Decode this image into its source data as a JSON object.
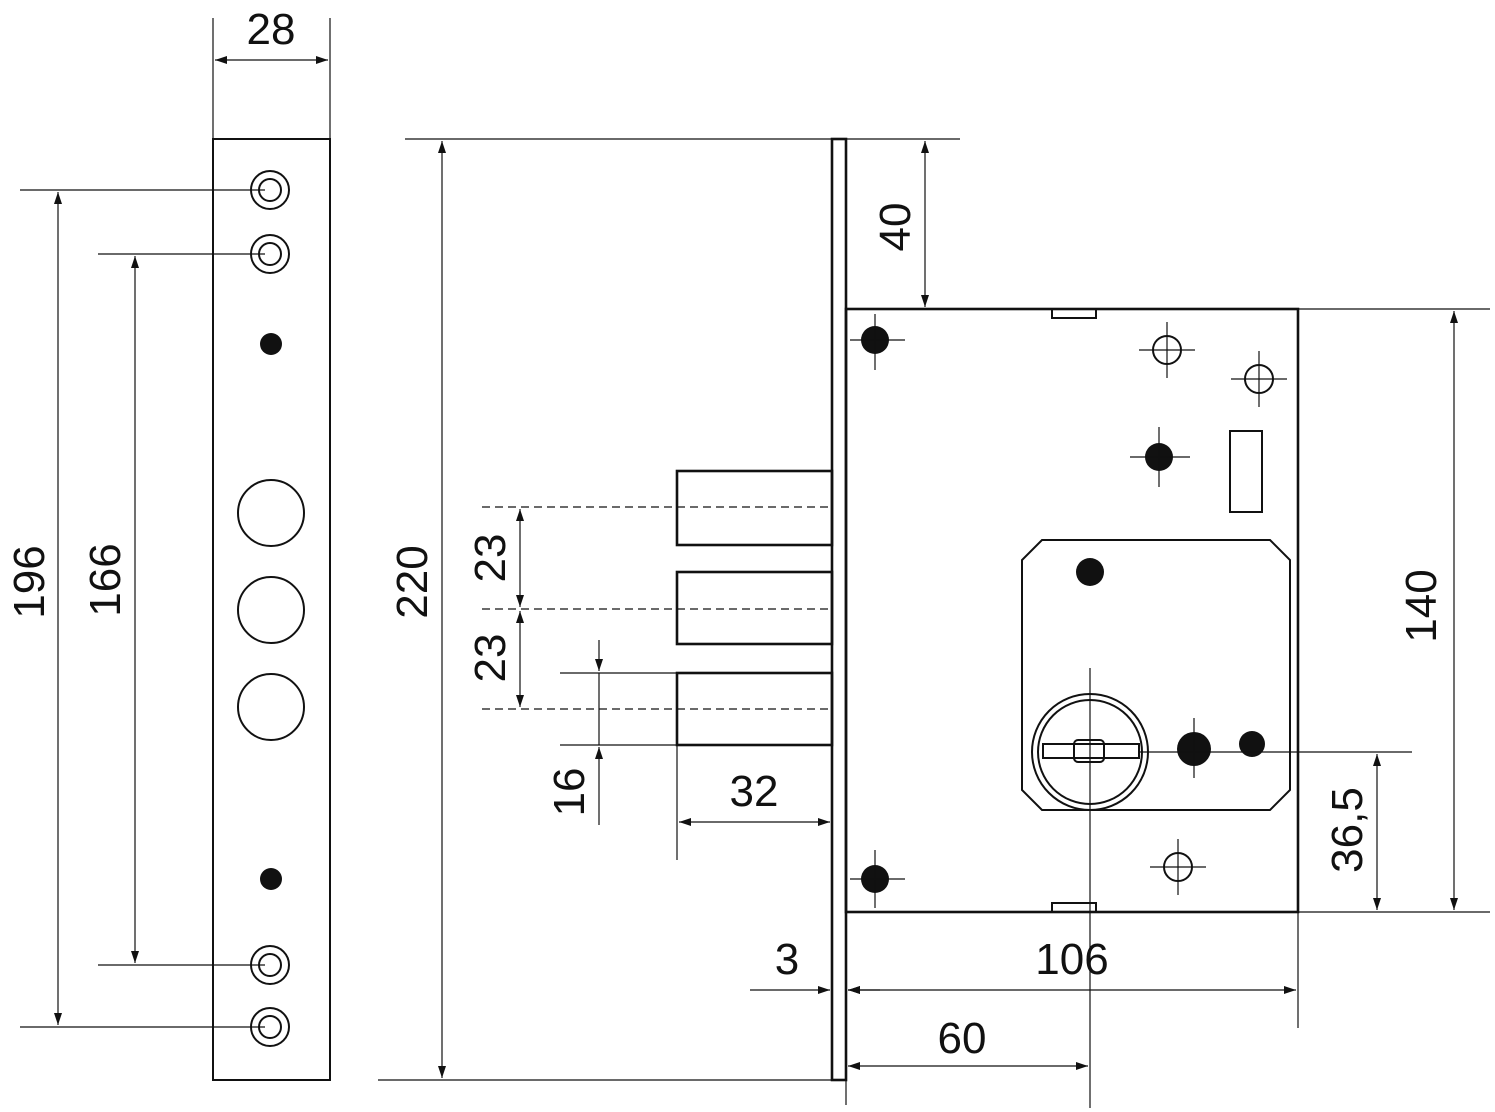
{
  "dimensions": {
    "strike_width": "28",
    "outer_screw_pitch": "196",
    "inner_screw_pitch": "166",
    "faceplate_height": "220",
    "bolt_spacing_top": "23",
    "bolt_spacing_bottom": "23",
    "bolt_height": "16",
    "bolt_throw": "32",
    "body_offset_top": "40",
    "body_height": "140",
    "cylinder_axis_height": "36,5",
    "faceplate_thickness": "3",
    "body_depth": "106",
    "backset": "60"
  },
  "colors": {
    "line": "#111111",
    "background": "#ffffff"
  }
}
